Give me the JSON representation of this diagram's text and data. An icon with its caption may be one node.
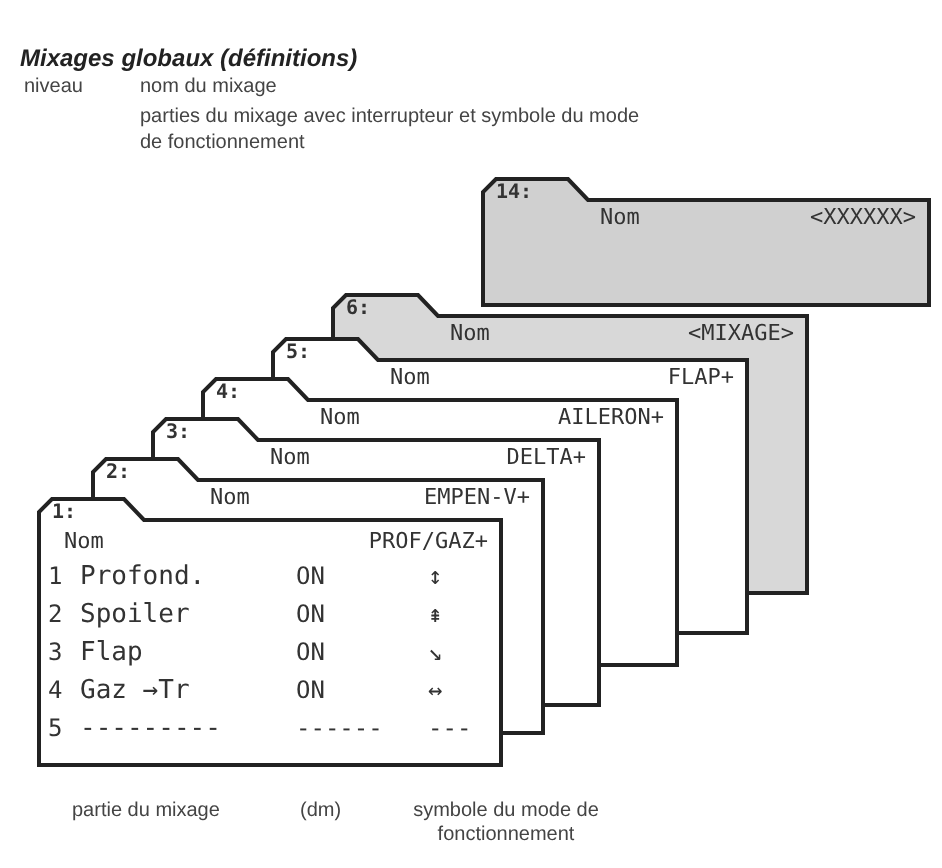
{
  "diagram": {
    "title": "Mixages globaux (définitions)",
    "nodes": [
      {
        "text": [
          "1:",
          "Nom",
          "PROF/GAZ+",
          "1",
          "Profond.",
          "ON",
          "↕",
          "2",
          "Spoiler",
          "ON",
          "⇞",
          "3",
          "Flap",
          "ON",
          "↘",
          "4",
          "Gaz →Tr",
          "ON",
          "↔",
          "5",
          "---------",
          "------",
          "---"
        ]
      },
      {
        "text": [
          "2:",
          "Nom",
          "EMPEN-V+"
        ]
      },
      {
        "text": [
          "3:",
          "Nom",
          "DELTA+"
        ]
      },
      {
        "text": [
          "4:",
          "Nom",
          "AILERON+"
        ]
      },
      {
        "text": [
          "5:",
          "Nom",
          "FLAP+"
        ]
      },
      {
        "text": [
          "6:",
          "Nom",
          "<MIXAGE>"
        ]
      },
      {
        "text": [
          "14:",
          "Nom",
          "<XXXXXX>"
        ]
      }
    ],
    "labels": [
      "niveau",
      "nom du mixage",
      "parties du mixage avec interrupteur et symbole du mode de fonctionnement",
      "partie du mixage",
      "(dm)",
      "symbole du mode de fonctionnement"
    ]
  }
}
